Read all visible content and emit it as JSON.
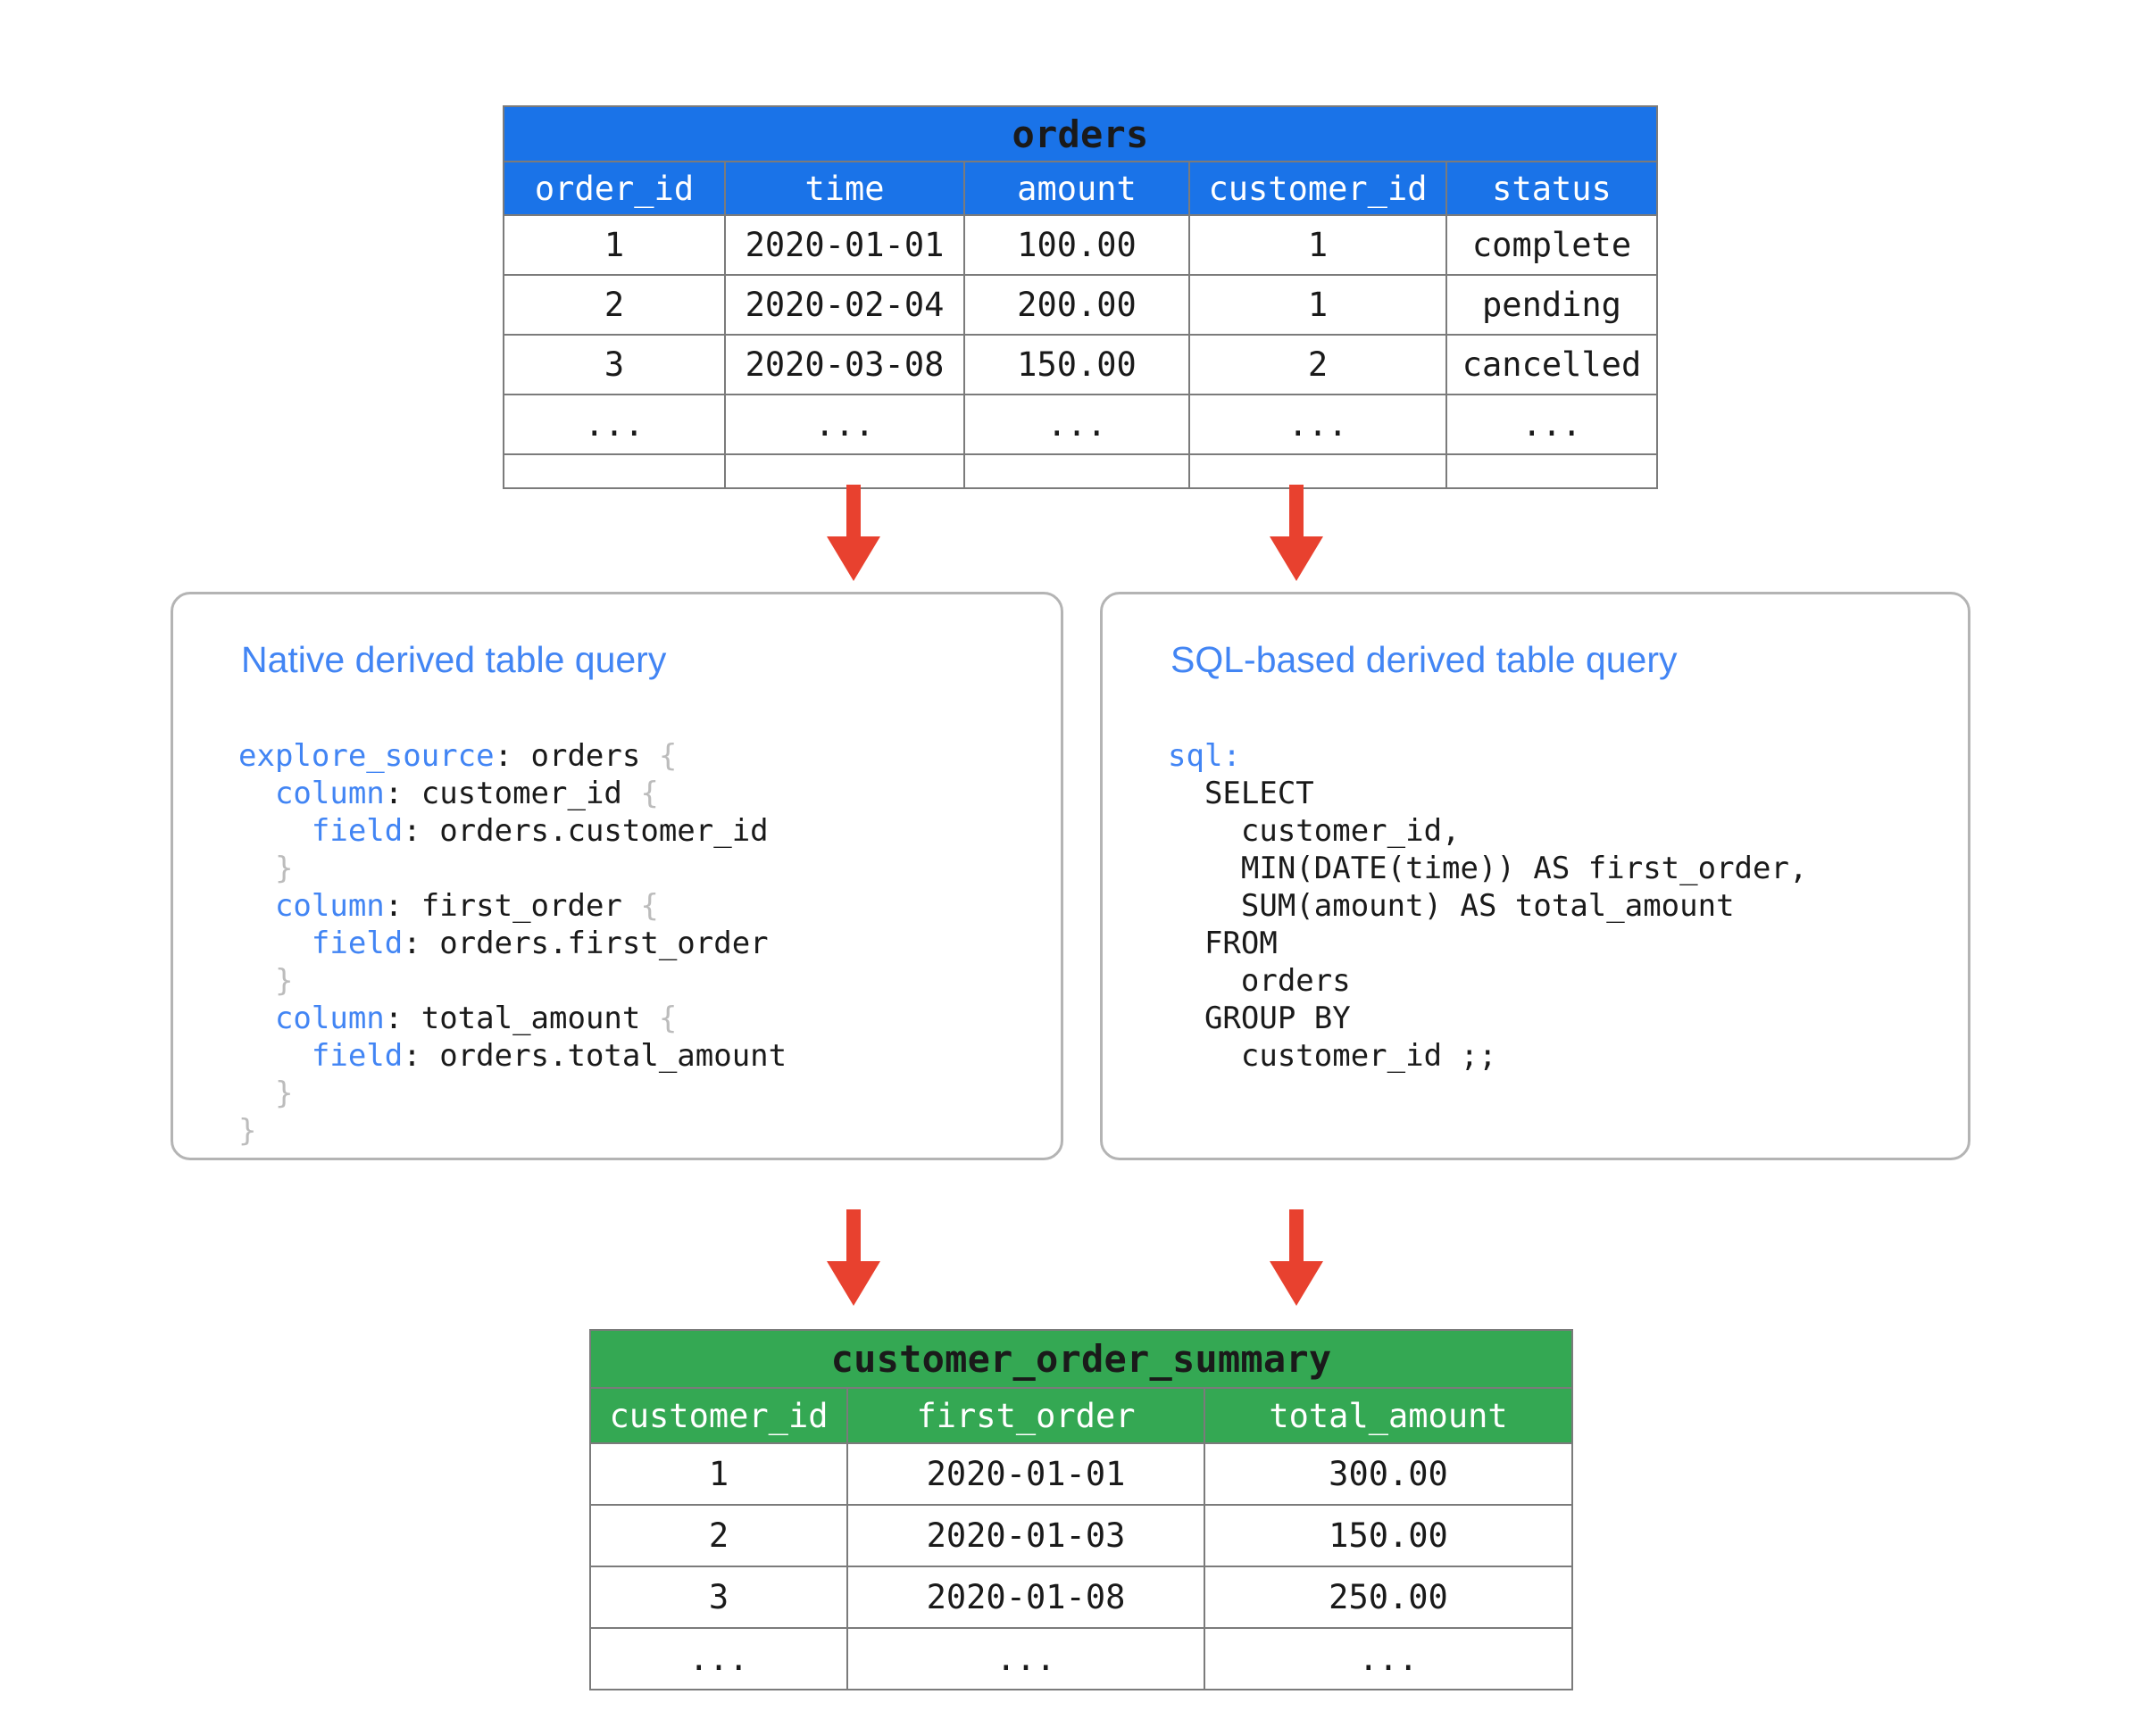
{
  "diagram": {
    "title_hidden": "",
    "colors": {
      "source_table_header": "#1a73e8",
      "result_table_header": "#34a853",
      "arrow": "#e8412f",
      "card_border": "#b4b4b4",
      "code_keyword": "#4285f4",
      "code_brace": "#bcbcbc",
      "card_title": "#4285f4",
      "table_border": "#7b7b7b",
      "background": "#ffffff"
    }
  },
  "source_table": {
    "name": "orders",
    "columns": [
      "order_id",
      "time",
      "amount",
      "customer_id",
      "status"
    ],
    "rows": [
      [
        "1",
        "2020-01-01",
        "100.00",
        "1",
        "complete"
      ],
      [
        "2",
        "2020-02-04",
        "200.00",
        "1",
        "pending"
      ],
      [
        "3",
        "2020-03-08",
        "150.00",
        "2",
        "cancelled"
      ],
      [
        "...",
        "...",
        "...",
        "...",
        "..."
      ],
      [
        "",
        "",
        "",
        "",
        ""
      ]
    ]
  },
  "result_table": {
    "name": "customer_order_summary",
    "columns": [
      "customer_id",
      "first_order",
      "total_amount"
    ],
    "rows": [
      [
        "1",
        "2020-01-01",
        "300.00"
      ],
      [
        "2",
        "2020-01-03",
        "150.00"
      ],
      [
        "3",
        "2020-01-08",
        "250.00"
      ],
      [
        "...",
        "...",
        "..."
      ]
    ]
  },
  "cards": [
    {
      "id": "native",
      "title": "Native derived table query",
      "code_lines": [
        [
          {
            "t": "explore_source",
            "c": "kw"
          },
          {
            "t": ": orders ",
            "c": ""
          },
          {
            "t": "{",
            "c": "br"
          }
        ],
        [
          {
            "t": "  ",
            "c": ""
          },
          {
            "t": "column",
            "c": "kw"
          },
          {
            "t": ": customer_id ",
            "c": ""
          },
          {
            "t": "{",
            "c": "br"
          }
        ],
        [
          {
            "t": "    ",
            "c": ""
          },
          {
            "t": "field",
            "c": "kw"
          },
          {
            "t": ": orders.customer_id",
            "c": ""
          }
        ],
        [
          {
            "t": "  ",
            "c": ""
          },
          {
            "t": "}",
            "c": "br"
          }
        ],
        [
          {
            "t": "  ",
            "c": ""
          },
          {
            "t": "column",
            "c": "kw"
          },
          {
            "t": ": first_order ",
            "c": ""
          },
          {
            "t": "{",
            "c": "br"
          }
        ],
        [
          {
            "t": "    ",
            "c": ""
          },
          {
            "t": "field",
            "c": "kw"
          },
          {
            "t": ": orders.first_order",
            "c": ""
          }
        ],
        [
          {
            "t": "  ",
            "c": ""
          },
          {
            "t": "}",
            "c": "br"
          }
        ],
        [
          {
            "t": "  ",
            "c": ""
          },
          {
            "t": "column",
            "c": "kw"
          },
          {
            "t": ": total_amount ",
            "c": ""
          },
          {
            "t": "{",
            "c": "br"
          }
        ],
        [
          {
            "t": "    ",
            "c": ""
          },
          {
            "t": "field",
            "c": "kw"
          },
          {
            "t": ": orders.total_amount",
            "c": ""
          }
        ],
        [
          {
            "t": "  ",
            "c": ""
          },
          {
            "t": "}",
            "c": "br"
          }
        ],
        [
          {
            "t": "}",
            "c": "br"
          }
        ]
      ]
    },
    {
      "id": "sql-based",
      "title": "SQL-based derived table query",
      "code_lines": [
        [
          {
            "t": "sql",
            "c": "kw"
          },
          {
            "t": ":",
            "c": "kw"
          }
        ],
        [
          {
            "t": "  SELECT",
            "c": ""
          }
        ],
        [
          {
            "t": "    customer_id,",
            "c": ""
          }
        ],
        [
          {
            "t": "    MIN(DATE(time)) AS first_order,",
            "c": ""
          }
        ],
        [
          {
            "t": "    SUM(amount) AS total_amount",
            "c": ""
          }
        ],
        [
          {
            "t": "  FROM",
            "c": ""
          }
        ],
        [
          {
            "t": "    orders",
            "c": ""
          }
        ],
        [
          {
            "t": "  GROUP BY",
            "c": ""
          }
        ],
        [
          {
            "t": "    customer_id ;;",
            "c": ""
          }
        ]
      ]
    }
  ],
  "arrows": [
    {
      "name": "arrow-orders-to-native",
      "direction": "down"
    },
    {
      "name": "arrow-orders-to-sql",
      "direction": "down"
    },
    {
      "name": "arrow-native-to-summary",
      "direction": "down"
    },
    {
      "name": "arrow-sql-to-summary",
      "direction": "down"
    }
  ]
}
